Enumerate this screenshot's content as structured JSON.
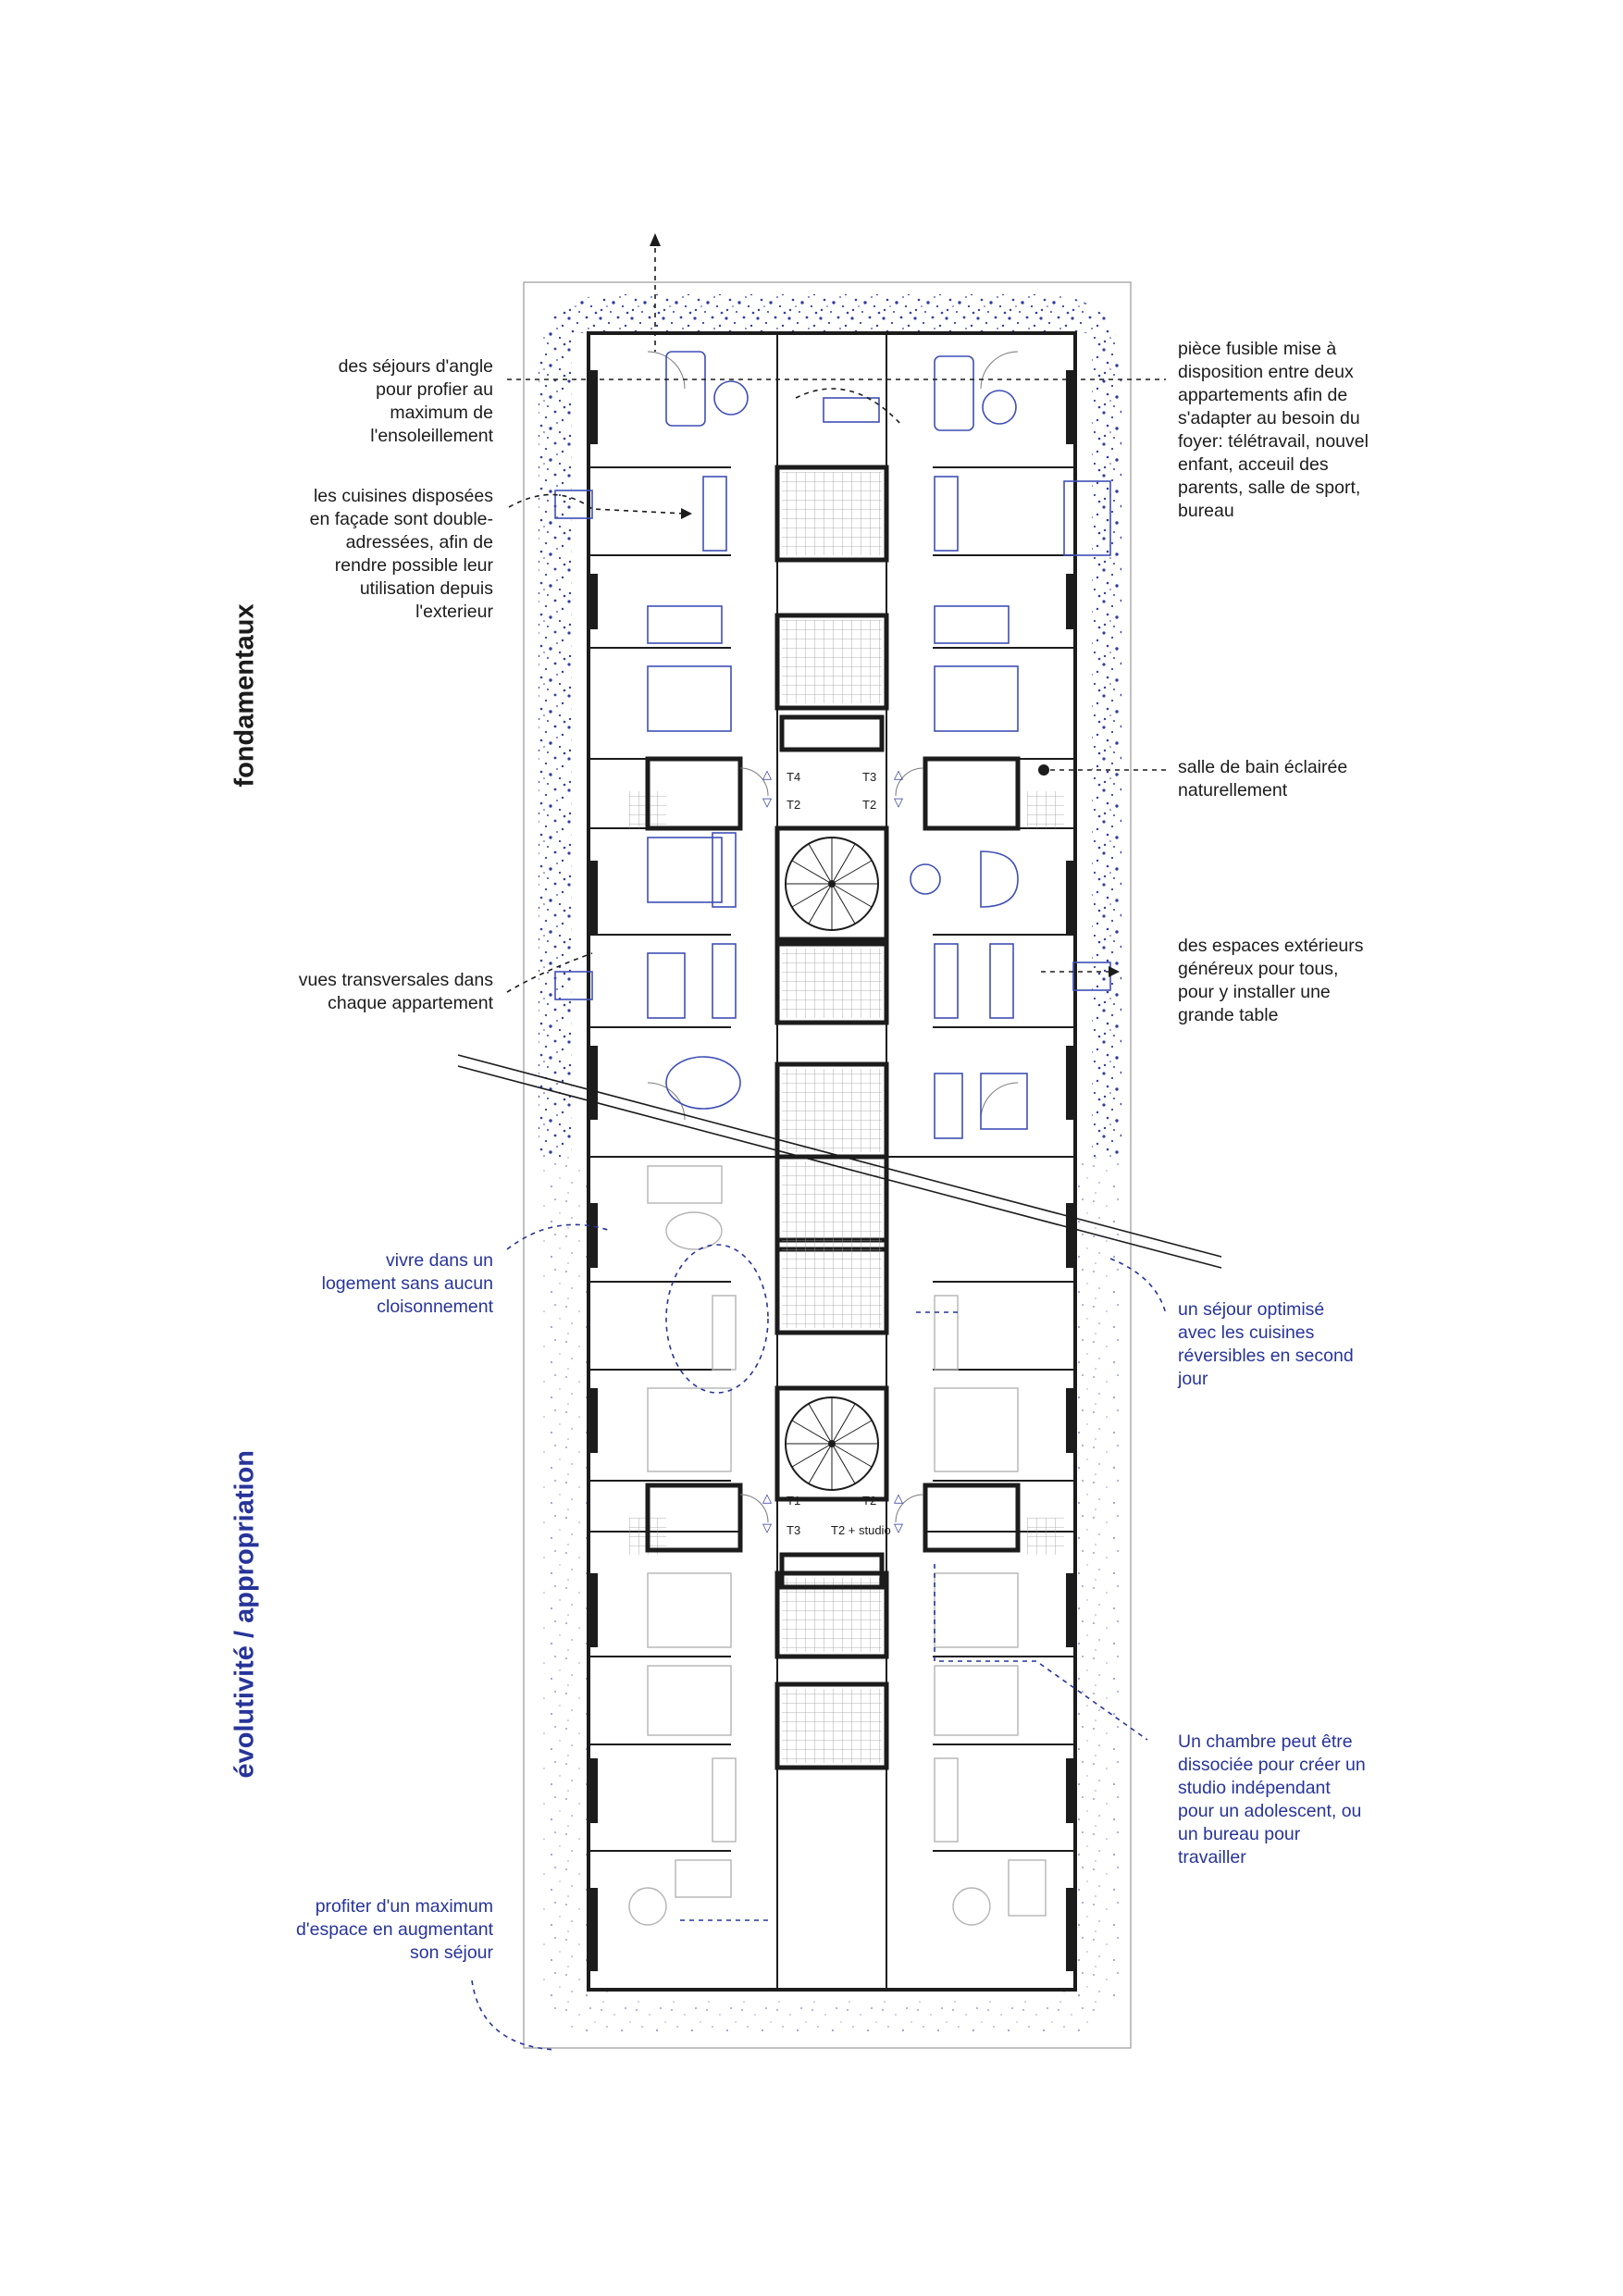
{
  "sections": {
    "top_title": "fondamentaux",
    "bottom_title": "évolutivité / appropriation"
  },
  "annotations_left": [
    "des séjours d'angle pour profier au maximum de l'ensoleillement",
    "les cuisines disposées en façade sont double-adressées, afin de rendre possible leur utilisation depuis l'exterieur",
    "vues transversales dans chaque appartement"
  ],
  "annotations_right": [
    "pièce fusible mise à disposition entre deux appartements afin de s'adapter au besoin du foyer: télétravail, nouvel enfant, acceuil des parents, salle de sport, bureau",
    "salle de bain éclairée naturellement",
    "des espaces extérieurs généreux pour tous, pour y installer une grande table"
  ],
  "annotations_left_blue": [
    "vivre dans un logement sans aucun cloisonnement",
    "profiter d'un maximum d'espace en augmentant son séjour"
  ],
  "annotations_right_blue": [
    "un séjour optimisé avec les cuisines réversibles en second jour",
    "Un chambre peut être dissociée pour créer un studio indépendant pour un adolescent, ou un bureau pour travailler"
  ],
  "unit_labels": {
    "upper_tl": "T4",
    "upper_tr": "T3",
    "upper_bl": "T2",
    "upper_br": "T2",
    "lower_tl": "T1",
    "lower_tr": "T2",
    "lower_bl": "T3",
    "lower_br": "T2 + studio"
  },
  "colors": {
    "ink": "#1c1c1c",
    "accent_blue": "#27349a",
    "furniture_blue": "#3f4fb5",
    "grey_furniture": "#b4b4b4",
    "garden_speckle": "#27349a"
  }
}
